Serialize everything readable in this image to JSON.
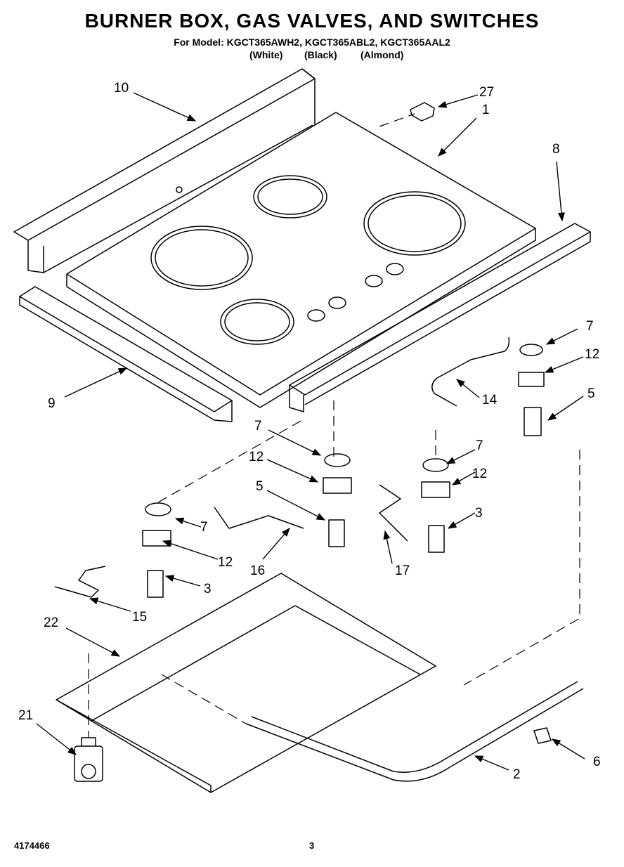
{
  "header": {
    "title": "BURNER BOX, GAS VALVES, AND SWITCHES",
    "model_line": "For Model: KGCT365AWH2, KGCT365ABL2, KGCT365AAL2",
    "color_white": "(White)",
    "color_black": "(Black)",
    "color_almond": "(Almond)"
  },
  "callouts": {
    "c10": "10",
    "c27": "27",
    "c1": "1",
    "c8": "8",
    "c9": "9",
    "c7a": "7",
    "c12a": "12",
    "c5a": "5",
    "c14": "14",
    "c7b": "7",
    "c12b": "12",
    "c5b": "5",
    "c7c": "7",
    "c12c": "12",
    "c3a": "3",
    "c7d": "7",
    "c12d": "12",
    "c3b": "3",
    "c16": "16",
    "c17": "17",
    "c15": "15",
    "c22": "22",
    "c21": "21",
    "c6": "6",
    "c2": "2"
  },
  "footer": {
    "part_number": "4174466",
    "page": "3"
  }
}
